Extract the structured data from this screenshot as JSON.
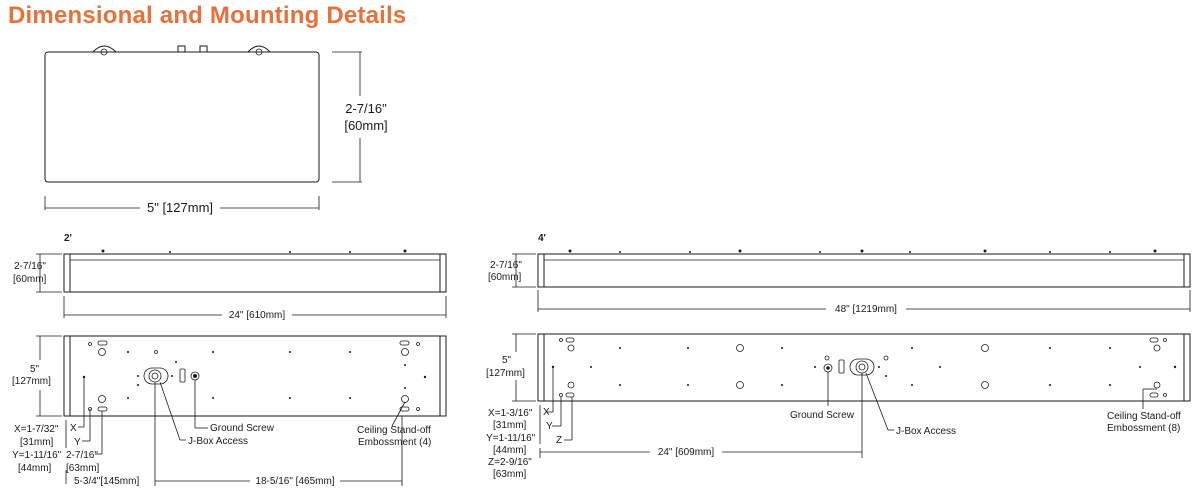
{
  "title": "Dimensional and Mounting Details",
  "colors": {
    "accent": "#e8703a",
    "line": "#1a1a1a"
  },
  "profile": {
    "height_in": "2-7/16\"",
    "height_mm": "[60mm]",
    "width": "5\" [127mm]"
  },
  "two_ft": {
    "label": "2'",
    "side": {
      "height_in": "2-7/16\"",
      "height_mm": "[60mm]",
      "length": "24\" [610mm]"
    },
    "bottom": {
      "width_in": "5\"",
      "width_mm": "[127mm]",
      "x_val": "X=1-7/32\"",
      "x_mm": "[31mm]",
      "x_tag": "X",
      "y_val": "Y=1-11/16\"",
      "y_mm": "[44mm]",
      "y_tag": "Y",
      "inner_in": "2-7/16\"",
      "inner_mm": "[63mm]",
      "offset": "5-3/4\"[145mm]",
      "spacing": "18-5/16\" [465mm]",
      "ground_screw": "Ground Screw",
      "jbox": "J-Box Access",
      "standoff_line1": "Ceiling Stand-off",
      "standoff_line2": "Embossment (4)"
    }
  },
  "four_ft": {
    "label": "4'",
    "side": {
      "height_in": "2-7/16\"",
      "height_mm": "[60mm]",
      "length": "48\" [1219mm]"
    },
    "bottom": {
      "width_in": "5\"",
      "width_mm": "[127mm]",
      "x_val": "X=1-3/16\"",
      "x_mm": "[31mm]",
      "x_tag": "X",
      "y_val": "Y=1-11/16\"",
      "y_mm": "[44mm]",
      "y_tag": "Y",
      "z_tag": "Z",
      "z_val": "Z=2-9/16\"",
      "z_mm": "[63mm]",
      "spacing": "24\" [609mm]",
      "ground_screw": "Ground Screw",
      "jbox": "J-Box Access",
      "standoff_line1": "Ceiling Stand-off",
      "standoff_line2": "Embossment (8)"
    }
  }
}
